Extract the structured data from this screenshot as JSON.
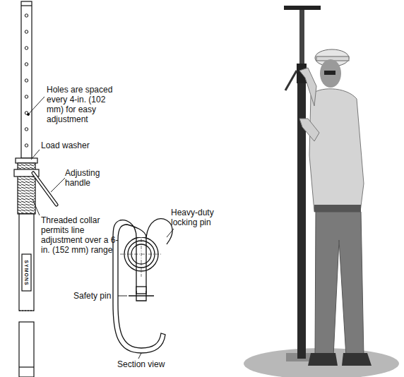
{
  "diagram": {
    "labels": [
      "Holes are spaced every 4-in. (102 mm) for easy adjustment",
      "Load washer",
      "Adjusting handle",
      "Threaded collar permits line adjustment over a 6-in. (152 mm) range",
      "Heavy-duty locking pin",
      "Safety pin",
      "Section view",
      "SYMONS"
    ]
  }
}
